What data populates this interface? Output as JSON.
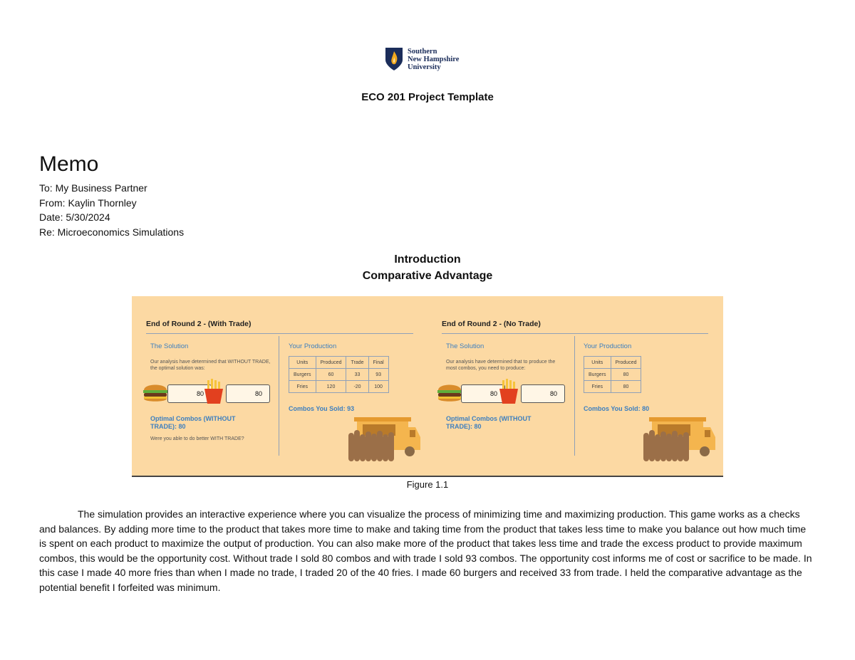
{
  "logo": {
    "line1": "Southern",
    "line2": "New Hampshire",
    "line3": "University"
  },
  "doc_title": "ECO 201 Project Template",
  "memo": {
    "heading": "Memo",
    "to": "To: My Business Partner",
    "from": "From: Kaylin Thornley",
    "date": "Date: 5/30/2024",
    "re": "Re: Microeconomics Simulations"
  },
  "sections": {
    "intro": "Introduction",
    "sub": "Comparative Advantage"
  },
  "figure": {
    "left": {
      "title": "End of Round 2 - (With Trade)",
      "solution_title": "The Solution",
      "solution_text": "Our analysis have determined that WITHOUT TRADE, the optimal solution was:",
      "burgers_qty": "80",
      "fries_qty": "80",
      "optimal": "Optimal Combos (WITHOUT TRADE): 80",
      "question": "Were you able to do better WITH TRADE?",
      "production_title": "Your Production",
      "table_header": [
        "Units",
        "Produced",
        "Trade",
        "Final"
      ],
      "rows": [
        [
          "Burgers",
          "60",
          "33",
          "93"
        ],
        [
          "Fries",
          "120",
          "-20",
          "100"
        ]
      ],
      "combos_sold": "Combos You Sold: 93"
    },
    "right": {
      "title": "End of Round 2 - (No Trade)",
      "solution_title": "The Solution",
      "solution_text": "Our analysis have determined that to produce the most combos, you need to produce:",
      "burgers_qty": "80",
      "fries_qty": "80",
      "optimal": "Optimal Combos (WITHOUT TRADE): 80",
      "production_title": "Your Production",
      "table_header": [
        "Units",
        "Produced"
      ],
      "rows": [
        [
          "Burgers",
          "80"
        ],
        [
          "Fries",
          "80"
        ]
      ],
      "combos_sold": "Combos You Sold: 80"
    },
    "caption": "Figure 1.1"
  },
  "body": "The simulation provides an interactive experience where you can visualize the process of minimizing time and maximizing production. This game works as a checks and balances. By adding more time to the product that takes more time to make and taking time from the product that takes less time to make you balance out how much time is spent on each product to maximize the output of production. You can also make more of the product that takes less time and trade the excess product to provide maximum combos, this would be the opportunity cost. Without trade I sold 80 combos and with trade I sold 93 combos. The opportunity cost informs me of cost or sacrifice to be made. In this case I made 40 more fries than when I made no trade, I traded 20 of the 40 fries. I made 60 burgers and received 33 from trade. I held the comparative advantage as the potential benefit I forfeited was minimum.",
  "colors": {
    "figure_bg": "#fcd9a3",
    "accent_blue": "#3d7fbf",
    "navy": "#1b2d5a",
    "gold": "#f2a81d"
  }
}
